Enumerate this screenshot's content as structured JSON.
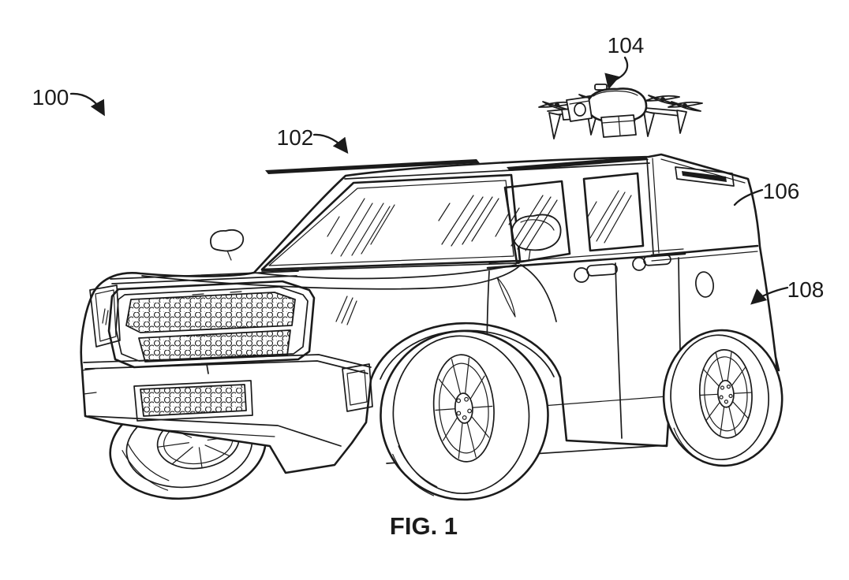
{
  "figure": {
    "caption": "FIG. 1",
    "ink_color": "#1b1b1b",
    "background_color": "#ffffff"
  },
  "reference_labels": {
    "l100": "100",
    "l102": "102",
    "l104": "104",
    "l106": "106",
    "l108": "108"
  }
}
